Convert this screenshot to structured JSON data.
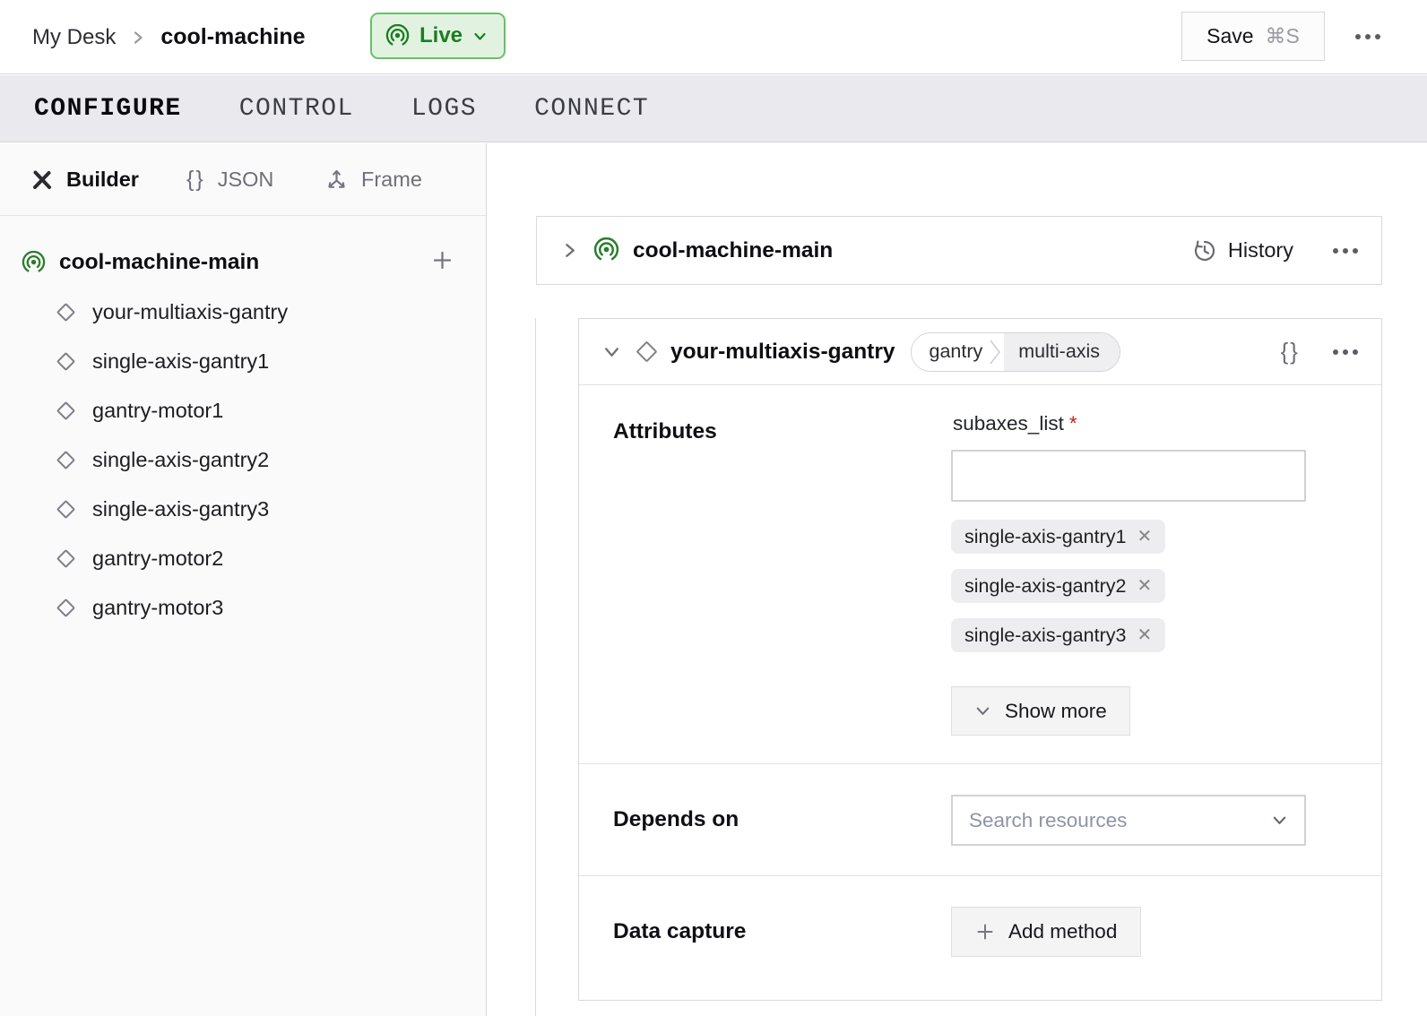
{
  "topbar": {
    "breadcrumb_parent": "My Desk",
    "breadcrumb_current": "cool-machine",
    "live_label": "Live",
    "save_label": "Save",
    "save_shortcut": "⌘S"
  },
  "tabs": [
    "CONFIGURE",
    "CONTROL",
    "LOGS",
    "CONNECT"
  ],
  "sidebar": {
    "views": [
      "Builder",
      "JSON",
      "Frame"
    ],
    "braces_icon": "{}",
    "root": "cool-machine-main",
    "items": [
      "your-multiaxis-gantry",
      "single-axis-gantry1",
      "gantry-motor1",
      "single-axis-gantry2",
      "single-axis-gantry3",
      "gantry-motor2",
      "gantry-motor3"
    ]
  },
  "main": {
    "machine_card": {
      "title": "cool-machine-main",
      "history_label": "History"
    },
    "component": {
      "title": "your-multiaxis-gantry",
      "badge_model": "gantry",
      "badge_type": "multi-axis",
      "braces_icon": "{}",
      "attributes": {
        "heading": "Attributes",
        "field_label": "subaxes_list",
        "required_mark": "*",
        "input_value": "",
        "chips": [
          "single-axis-gantry1",
          "single-axis-gantry2",
          "single-axis-gantry3"
        ],
        "remove_icon": "✕",
        "show_more_label": "Show more"
      },
      "depends_on": {
        "heading": "Depends on",
        "placeholder": "Search resources"
      },
      "data_capture": {
        "heading": "Data capture",
        "add_label": "Add method"
      }
    }
  },
  "colors": {
    "live_bg": "#e1f3e0",
    "live_border": "#6abf69",
    "live_text": "#1e7c22",
    "machine_icon_green": "#2c7d2c",
    "required_red": "#c42020",
    "tabbar_bg": "#eaeaee",
    "card_border": "#d9d9d9",
    "chip_bg": "#ededf0"
  }
}
